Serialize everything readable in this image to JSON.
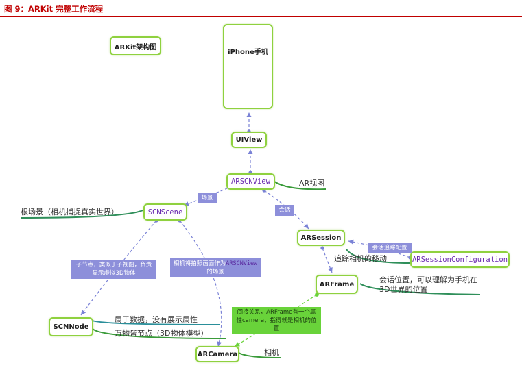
{
  "figure_title": "图 9：ARKit 完整工作流程",
  "nodes": {
    "arkit": "ARKit架构图",
    "iphone": "iPhone手机",
    "uiview": "UIView",
    "arscnview": "ARSCNView",
    "scnscene": "SCNScene",
    "arsession": "ARSession",
    "arsessionconfig": "ARSessionConfiguration",
    "arframe": "ARFrame",
    "scnnode": "SCNNode",
    "arcamera": "ARCamera"
  },
  "edge_labels": {
    "scene": "场景",
    "session": "会话",
    "session_tracking": "会话追踪配置",
    "child_node": "子节点，类似于子视图，负责显示虚拟3D物体",
    "camera_scene_prefix": "相机将拍照画面作为",
    "camera_scene_code": "ARSCNView",
    "camera_scene_suffix": "的场景",
    "indirect": "间接关系，ARFrame有一个属性camera，指得就是相机的位置"
  },
  "notes": {
    "ar_view": "AR视图",
    "root_scene": "根场景（相机捕捉真实世界）",
    "track_camera": "追踪相机的移动",
    "session_pos_1": "会话位置，可以理解为手机在",
    "session_pos_2": "3D世界的位置",
    "data_attr": "属于数据，没有展示属性",
    "everything_node": "万物皆节点（3D物体模型）",
    "camera": "相机"
  },
  "colors": {
    "node_border": "#8fd13f",
    "label_bg": "#8d8fda",
    "green_label_bg": "#69d33a",
    "arrow": "#7a82d6",
    "title": "#c00000"
  }
}
